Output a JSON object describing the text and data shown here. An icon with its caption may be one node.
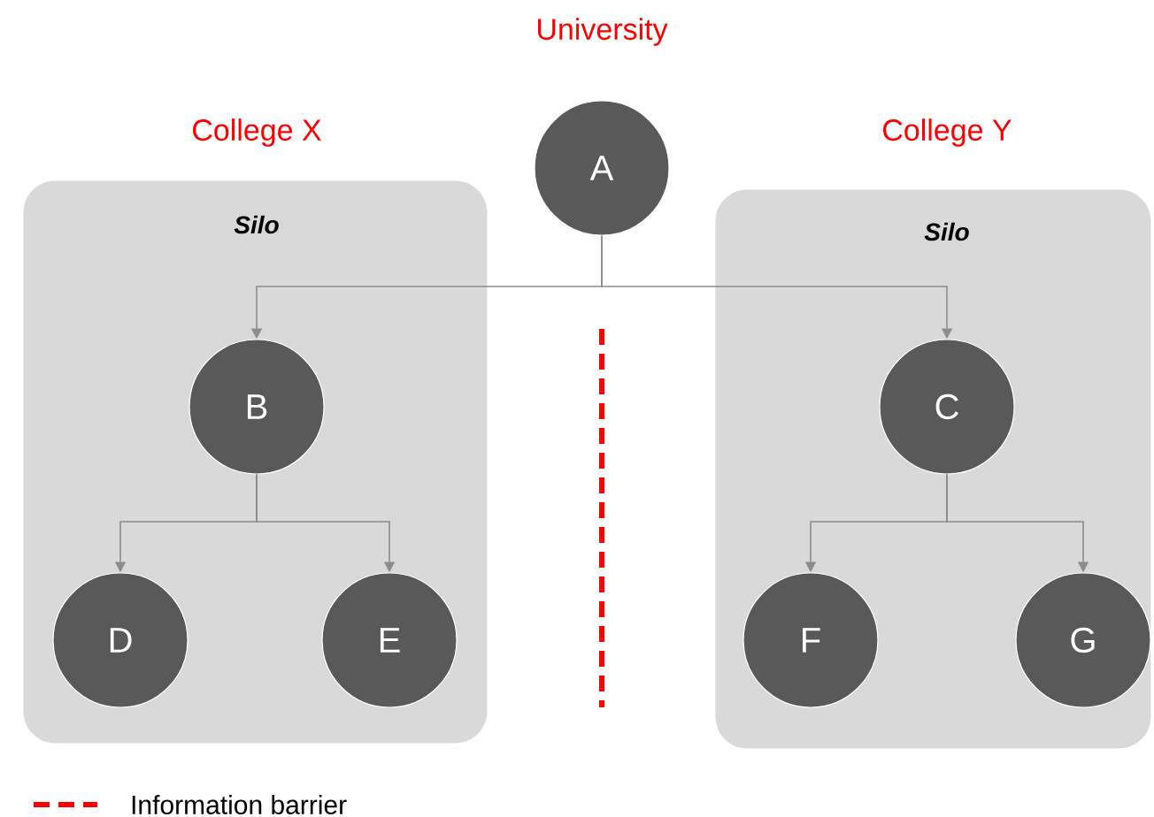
{
  "diagram": {
    "nodes": [
      {
        "text": [
          "College X",
          "Silo"
        ]
      },
      {
        "text": [
          "A"
        ],
        "beside": [
          "University"
        ]
      },
      {
        "text": [
          "B"
        ],
        "in": 0
      },
      {
        "text": [
          "D"
        ],
        "in": 0
      },
      {
        "text": [
          "E"
        ],
        "in": 0
      },
      {
        "text": [
          "College Y",
          "Silo"
        ]
      },
      {
        "text": [
          "C"
        ],
        "in": 5
      },
      {
        "text": [
          "F"
        ],
        "in": 5
      },
      {
        "text": [
          "G"
        ],
        "in": 5
      }
    ],
    "edges": [
      {
        "from": 1,
        "to": 2,
        "arrow": "to"
      },
      {
        "from": 1,
        "to": 6,
        "arrow": "to"
      },
      {
        "from": 2,
        "to": 3,
        "arrow": "to"
      },
      {
        "from": 2,
        "to": 4,
        "arrow": "to"
      },
      {
        "from": 6,
        "to": 7,
        "arrow": "to"
      },
      {
        "from": 6,
        "to": 8,
        "arrow": "to"
      }
    ],
    "legend": [
      {
        "text": "Information barrier"
      }
    ]
  }
}
